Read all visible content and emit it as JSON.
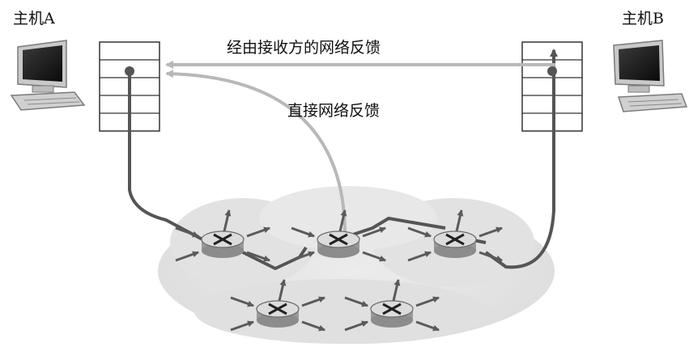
{
  "host_a": {
    "label": "主机A"
  },
  "host_b": {
    "label": "主机B"
  },
  "feedback": {
    "via_receiver": "经由接收方的网络反馈",
    "direct": "直接网络反馈"
  },
  "colors": {
    "path": "#555555",
    "feedback": "#b8b8b8",
    "cloud": "#e6e6e6",
    "router": "#d4d4d4",
    "link_arrow": "#5a5a5a"
  }
}
